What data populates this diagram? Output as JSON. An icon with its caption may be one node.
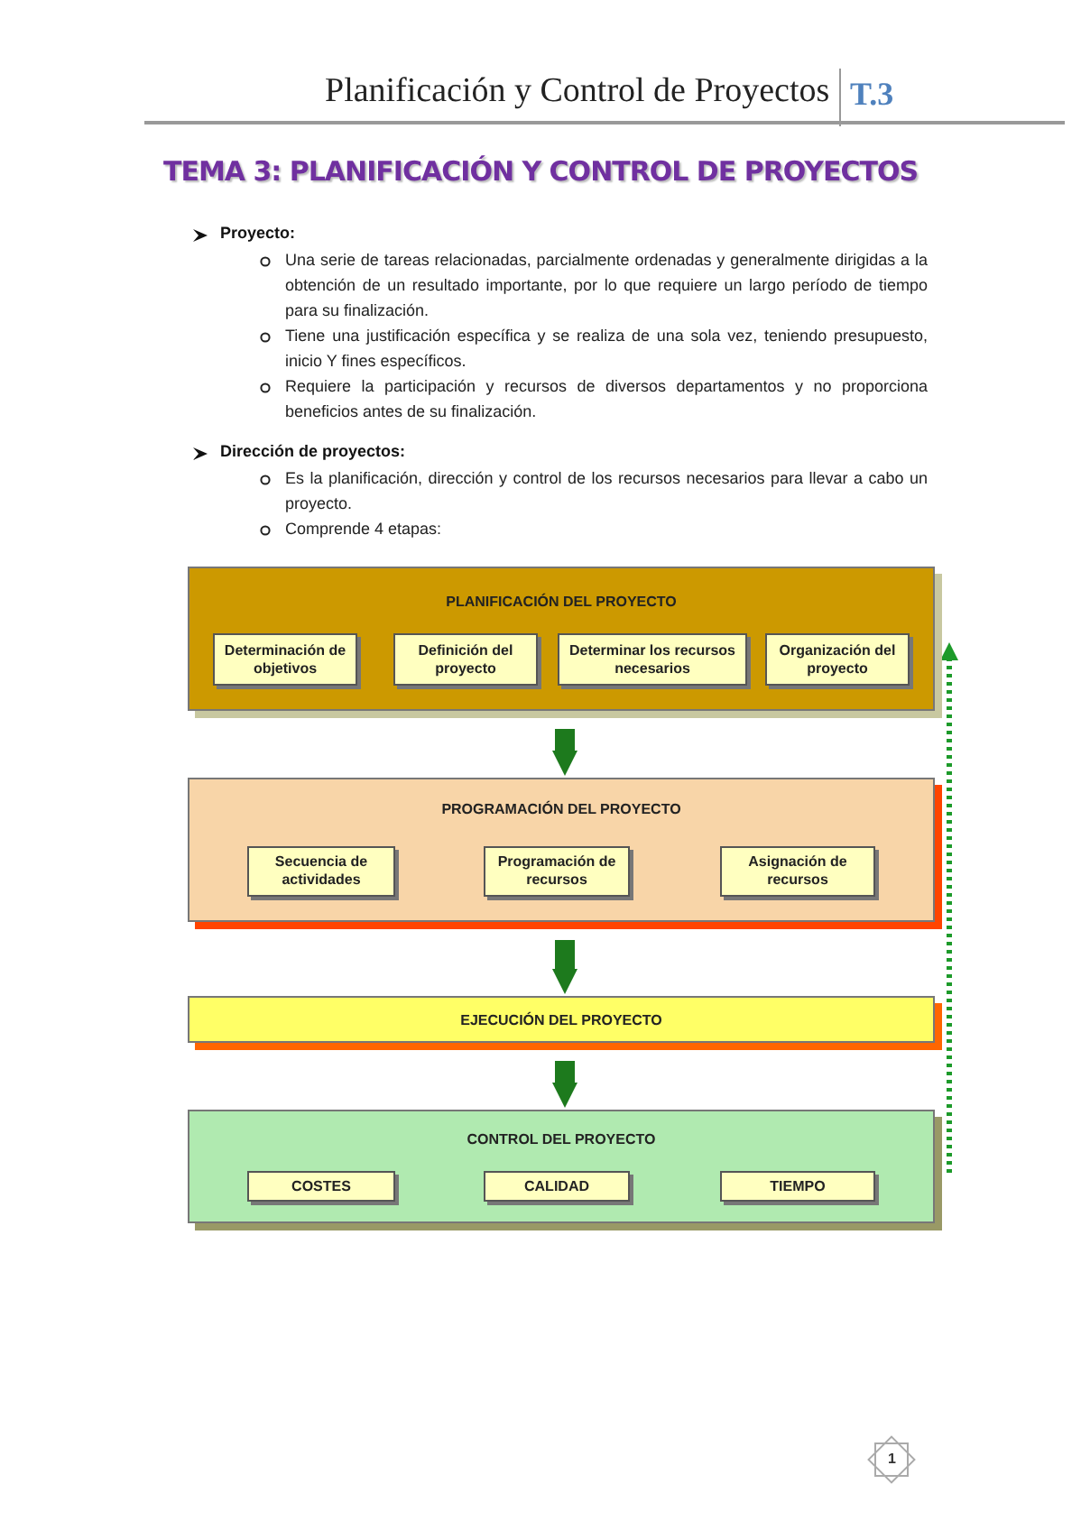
{
  "diagram": {
    "title": "TEMA 3: PLANIFICACIÓN Y CONTROL DE PROYECTOS",
    "nodes": [
      {
        "text": [
          "PLANIFICACIÓN DEL PROYECTO"
        ]
      },
      {
        "text": [
          "Determinación de objetivos"
        ],
        "in": 0
      },
      {
        "text": [
          "Definición del proyecto"
        ],
        "in": 0
      },
      {
        "text": [
          "Determinar los recursos necesarios"
        ],
        "in": 0
      },
      {
        "text": [
          "Organización del proyecto"
        ],
        "in": 0
      },
      {
        "text": [
          "PROGRAMACIÓN DEL PROYECTO"
        ]
      },
      {
        "text": [
          "Secuencia de actividades"
        ],
        "in": 5
      },
      {
        "text": [
          "Programación de recursos"
        ],
        "in": 5
      },
      {
        "text": [
          "Asignación de recursos"
        ],
        "in": 5
      },
      {
        "text": [
          "EJECUCIÓN DEL PROYECTO"
        ]
      },
      {
        "text": [
          "CONTROL DEL PROYECTO"
        ]
      },
      {
        "text": [
          "COSTES"
        ],
        "in": 10
      },
      {
        "text": [
          "CALIDAD"
        ],
        "in": 10
      },
      {
        "text": [
          "TIEMPO"
        ],
        "in": 10
      }
    ],
    "edges": [
      {
        "from": 0,
        "to": 5,
        "arrow": "to"
      },
      {
        "from": 5,
        "to": 9,
        "arrow": "to"
      },
      {
        "from": 9,
        "to": 10,
        "arrow": "to"
      },
      {
        "from": 10,
        "to": 0,
        "arrow": "to",
        "style": "dashed"
      }
    ],
    "labels": [
      "Planificación y Control de Proyectos",
      "T.3",
      "Proyecto:",
      "Una serie de tareas relacionadas, parcialmente ordenadas y generalmente dirigidas a la obtención de un resultado importante, por lo que requiere un largo período de tiempo para su finalización.",
      "Tiene una justificación específica y se realiza de una sola vez, teniendo presupuesto, inicio Y fines específicos.",
      "Requiere la participación y recursos de diversos departamentos y no proporciona beneficios antes de su finalización.",
      "Dirección de proyectos:",
      "Es la planificación, dirección y control de los recursos necesarios para llevar a cabo un proyecto.",
      "Comprende 4 etapas:",
      "1"
    ]
  }
}
